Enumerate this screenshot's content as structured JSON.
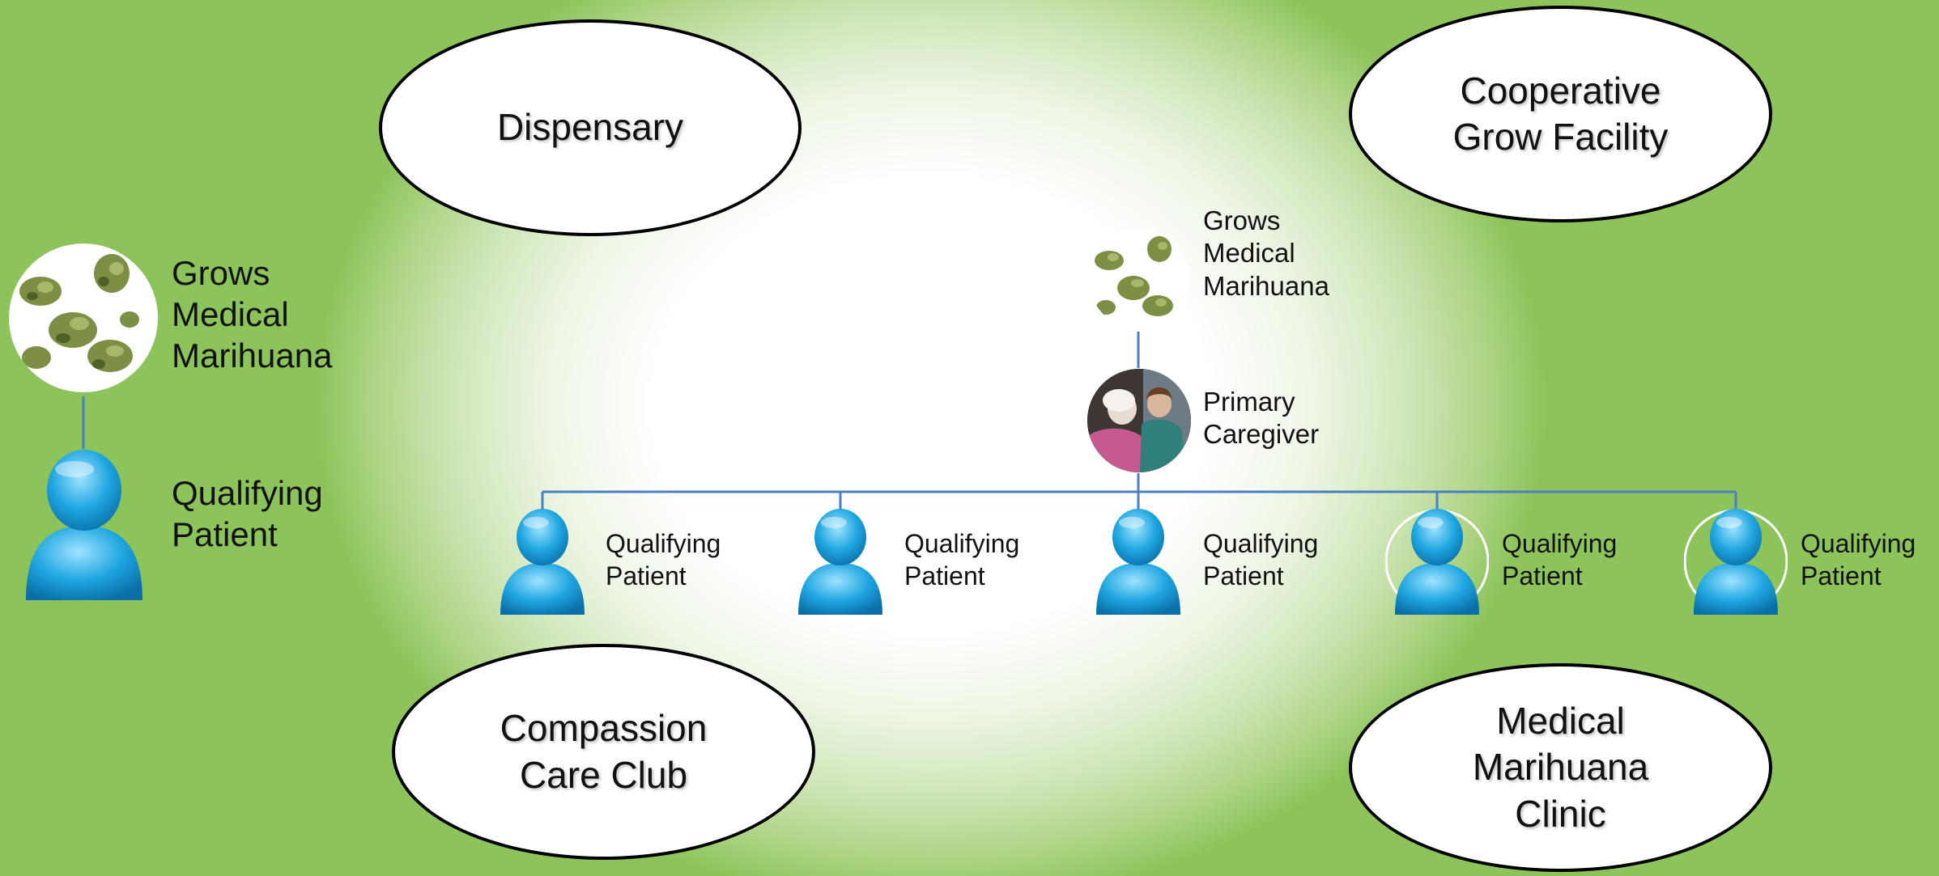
{
  "ellipses": {
    "dispensary": "Dispensary",
    "cooperative": "Cooperative\nGrow Facility",
    "compassion": "Compassion\nCare Club",
    "clinic": "Medical\nMarihuana\nClinic"
  },
  "left_group": {
    "grower_label": "Grows\nMedical\nMarihuana",
    "patient_label": "Qualifying\nPatient"
  },
  "center_group": {
    "grower_label": "Grows\nMedical\nMarihuana",
    "caregiver_label": "Primary\nCaregiver",
    "patients": [
      {
        "label": "Qualifying\nPatient"
      },
      {
        "label": "Qualifying\nPatient"
      },
      {
        "label": "Qualifying\nPatient"
      },
      {
        "label": "Qualifying\nPatient"
      },
      {
        "label": "Qualifying\nPatient"
      }
    ]
  },
  "colors": {
    "connector": "#4a7fc1",
    "patient_fill": "#1fa6e0",
    "plant": "#6f8a3a",
    "ellipse_border": "#000000"
  },
  "icons": {
    "plant": "cannabis-buds-image",
    "patient": "person-icon",
    "caregiver": "caregiver-photo"
  }
}
